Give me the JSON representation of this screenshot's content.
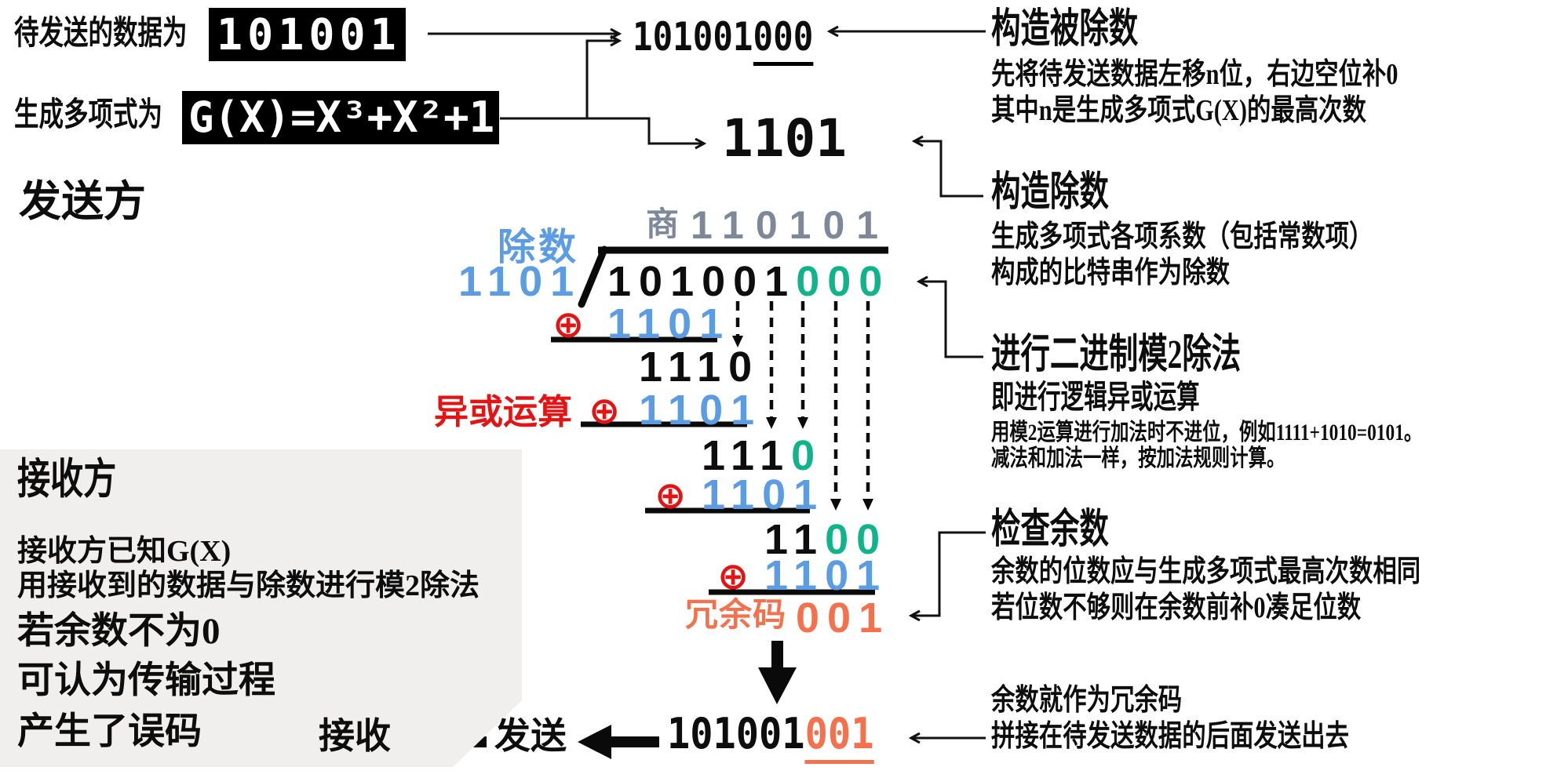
{
  "colors": {
    "blue": "#5b9ce2",
    "green": "#0fb48b",
    "quotient_gray": "#7d8898",
    "red": "#e51414",
    "orange": "#f4714d",
    "panel_bg": "#f0efed",
    "ink": "#0d0d0d"
  },
  "inputs": {
    "data_label": "待发送的数据为",
    "data_value": "101001",
    "poly_label": "生成多项式为",
    "poly_value": "G(X)=X³+X²+1"
  },
  "sender": {
    "title": "发送方"
  },
  "constructed": {
    "dividend_head": "101001",
    "dividend_pad": "000",
    "divisor": "1101"
  },
  "division": {
    "quotient_label": "商",
    "quotient": "110101",
    "divisor_label": "除数",
    "divisor": "1101",
    "dividend_head": "101001",
    "dividend_pad": "000",
    "xor_symbol": "⊕",
    "xor_label": "异或运算",
    "r1": "1101",
    "r2": "1110",
    "r3": "1101",
    "r4_head": "111",
    "r4_pad": "0",
    "r5": "1101",
    "r6_head": "11",
    "r6_pad": "00",
    "r7": "1101",
    "remainder_label": "冗余码",
    "remainder": "001"
  },
  "notes": {
    "construct_dividend": {
      "title": "构造被除数",
      "line1": "先将待发送数据左移n位，右边空位补0",
      "line2": "其中n是生成多项式G(X)的最高次数"
    },
    "construct_divisor": {
      "title": "构造除数",
      "line1": "生成多项式各项系数（包括常数项）",
      "line2": "构成的比特串作为除数"
    },
    "mod2_division": {
      "title": "进行二进制模2除法",
      "subtitle": "即进行逻辑异或运算",
      "line1": "用模2运算进行加法时不进位，例如1111+1010=0101。",
      "line2": "减法和加法一样，按加法规则计算。"
    },
    "check_remainder": {
      "title": "检查余数",
      "line1": "余数的位数应与生成多项式最高次数相同",
      "line2": "若位数不够则在余数前补0凑足位数"
    },
    "append_crc": {
      "line1": "余数就作为冗余码",
      "line2": "拼接在待发送数据的后面发送出去"
    }
  },
  "receiver": {
    "title": "接收方",
    "line1": "接收方已知G(X)",
    "line2": "用接收到的数据与除数进行模2除法",
    "em1": "若余数不为0",
    "em2": "可认为传输过程",
    "em3": "产生了误码"
  },
  "transmission": {
    "receive_label": "接收",
    "send_label": "发送",
    "frame_head": "101001",
    "frame_crc": "001"
  }
}
